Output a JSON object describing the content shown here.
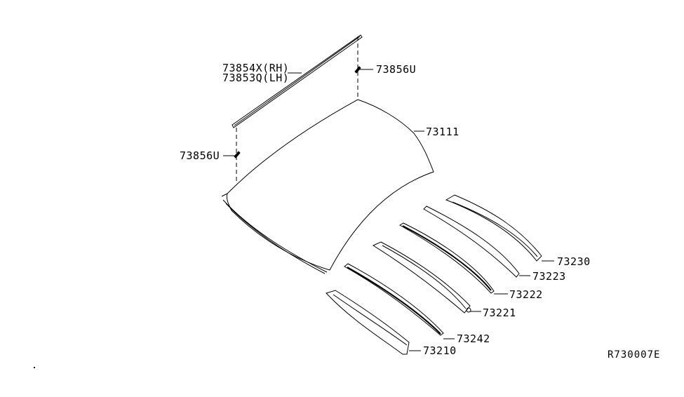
{
  "diagram": {
    "type": "exploded parts diagram",
    "subject": "roof panel and roof bows",
    "reference_code": "R730007E",
    "callouts": [
      {
        "id": "molding",
        "label_lines": [
          "73854X(RH)",
          "73853Q(LH)"
        ]
      },
      {
        "id": "clip-upper",
        "label": "73856U"
      },
      {
        "id": "clip-lower",
        "label": "73856U"
      },
      {
        "id": "roof-panel",
        "label": "73111"
      },
      {
        "id": "rail-73230",
        "label": "73230"
      },
      {
        "id": "bow-73223",
        "label": "73223"
      },
      {
        "id": "bow-73222",
        "label": "73222"
      },
      {
        "id": "bow-73221",
        "label": "73221"
      },
      {
        "id": "bow-73242",
        "label": "73242"
      },
      {
        "id": "rail-73210",
        "label": "73210"
      }
    ],
    "colors": {
      "line": "#000000",
      "background": "#ffffff"
    }
  }
}
